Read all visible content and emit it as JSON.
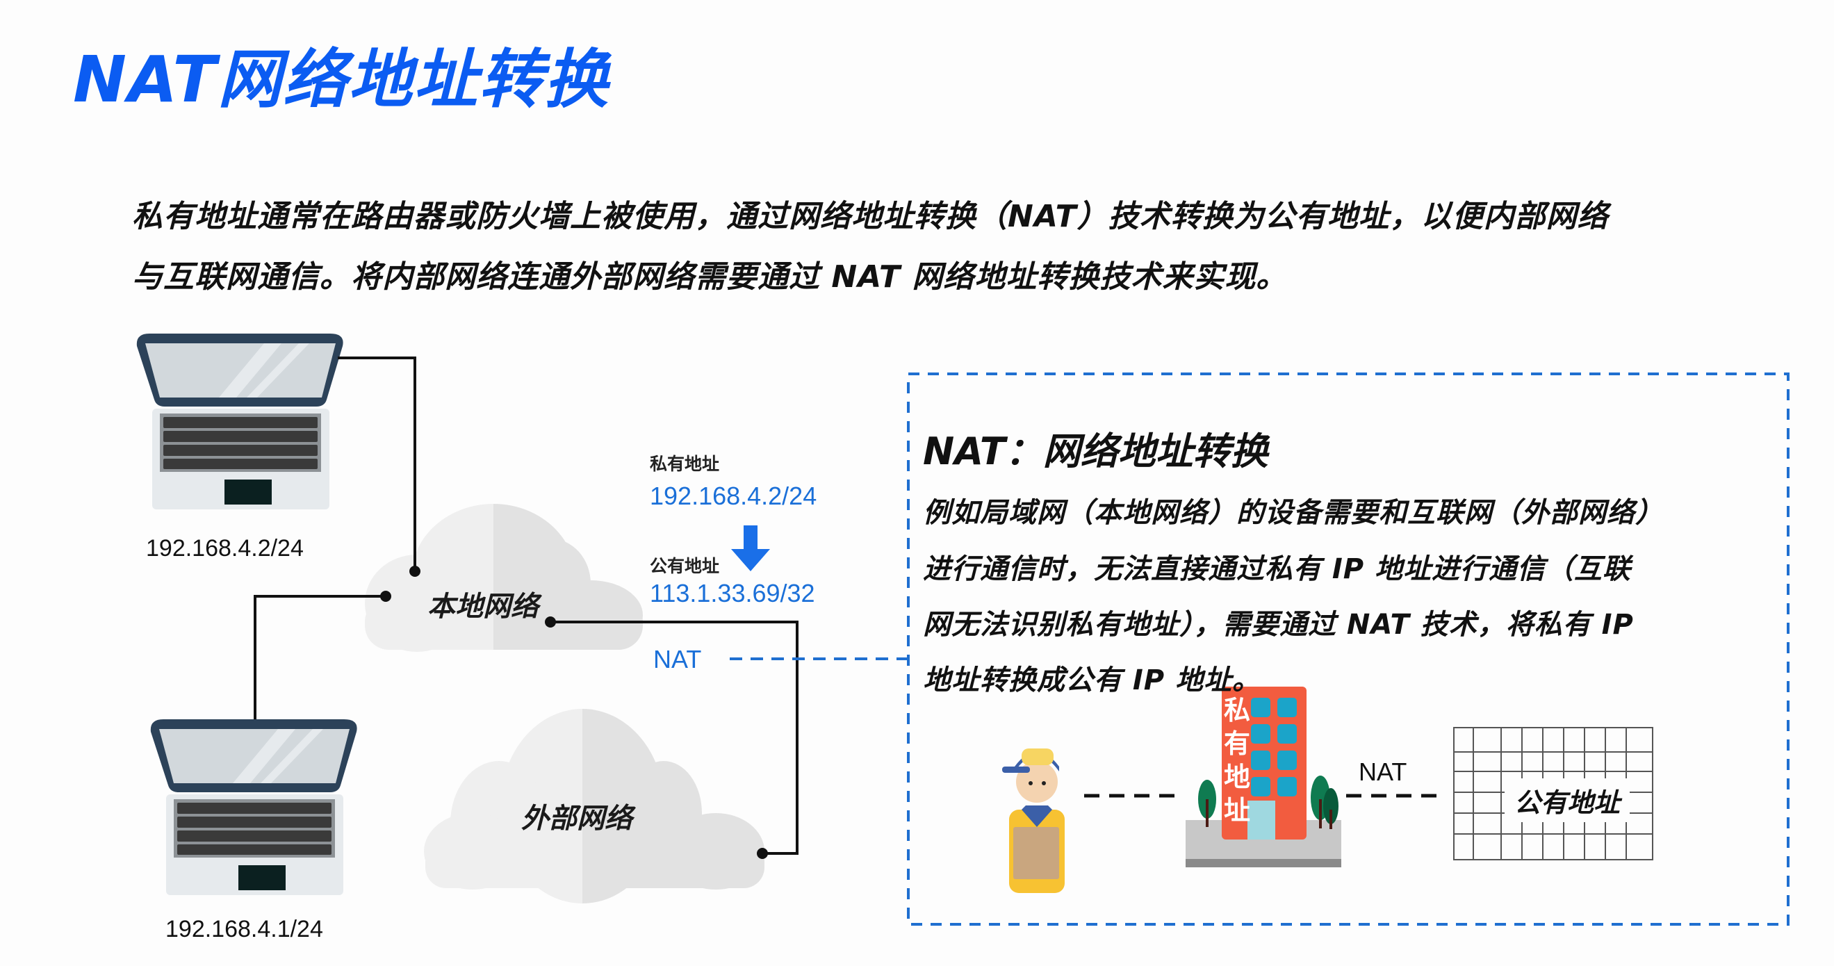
{
  "slide": {
    "title": "NAT网络地址转换",
    "paragraph": [
      "私有地址通常在路由器或防火墙上被使用，通过网络地址转换（NAT）技术转换为公有地址，以便内部网络",
      "与互联网通信。将内部网络连通外部网络需要通过 NAT 网络地址转换技术来实现。"
    ]
  },
  "diagram": {
    "laptops": [
      {
        "ip": "192.168.4.2/24"
      },
      {
        "ip": "192.168.4.1/24"
      }
    ],
    "clouds": {
      "local": "本地网络",
      "external": "外部网络"
    },
    "translation": {
      "private_label": "私有地址",
      "private_ip": "192.168.4.2/24",
      "public_label": "公有地址",
      "public_ip": "113.1.33.69/32",
      "nat_label": "NAT"
    },
    "colors": {
      "accent_blue": "#0b5cf2",
      "ip_blue": "#1a6fd8",
      "dashed_border": "#1f6fd0",
      "building_red": "#f25c3f"
    }
  },
  "explanation_box": {
    "title": "NAT：网络地址转换",
    "lines": [
      "例如局域网（本地网络）的设备需要和互联网（外部网络）",
      "进行通信时，无法直接通过私有 IP 地址进行通信（互联",
      "网无法识别私有地址），需要通过 NAT 技术，将私有 IP",
      "地址转换成公有 IP 地址。"
    ],
    "illustration": {
      "building_chars": [
        "私",
        "有",
        "地",
        "址"
      ],
      "nat_label": "NAT",
      "locker_label": "公有地址"
    }
  }
}
